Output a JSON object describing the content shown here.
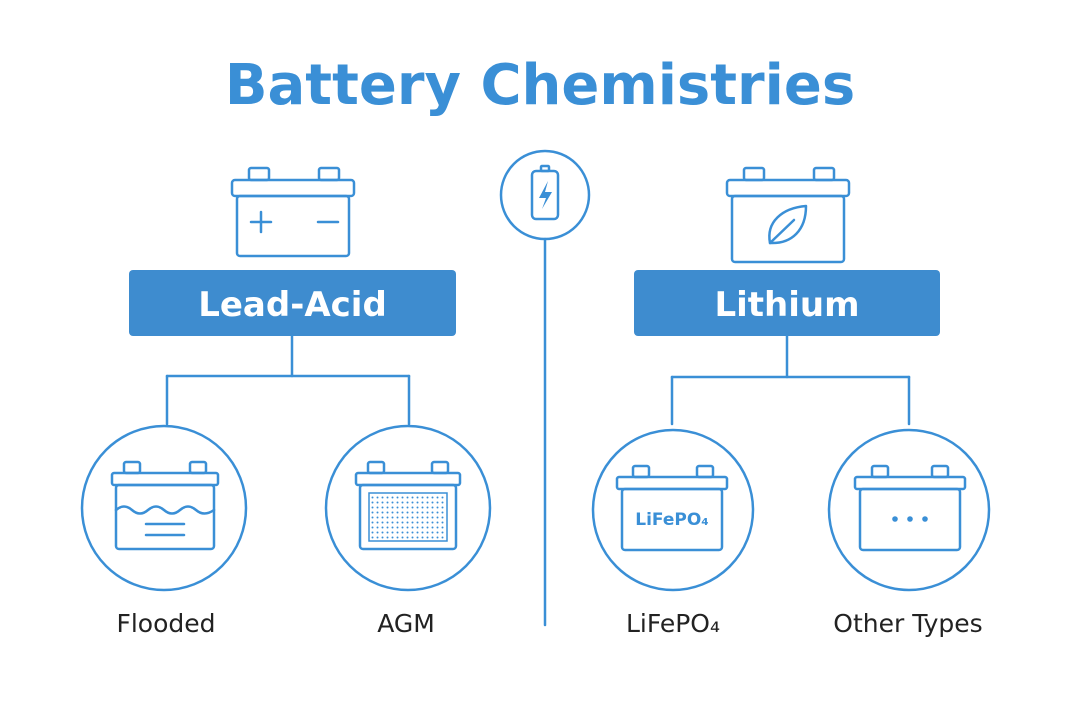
{
  "title": "Battery Chemistries",
  "colors": {
    "accent": "#3a8fd6",
    "header_fill": "#3e8ccf",
    "line": "#3a8fd6",
    "text_dark": "#222222"
  },
  "center_icon": {
    "icon": "battery-bolt-icon"
  },
  "categories": [
    {
      "label": "Lead-Acid",
      "icon": "lead-acid-battery-icon",
      "children": [
        {
          "label": "Flooded",
          "icon": "flooded-battery-icon"
        },
        {
          "label": "AGM",
          "icon": "agm-battery-icon"
        }
      ]
    },
    {
      "label": "Lithium",
      "icon": "lithium-leaf-battery-icon",
      "children": [
        {
          "label": "LiFePO₄",
          "icon": "lifepo4-battery-icon",
          "badge": "LiFePO₄"
        },
        {
          "label": "Other Types",
          "icon": "other-battery-icon"
        }
      ]
    }
  ]
}
